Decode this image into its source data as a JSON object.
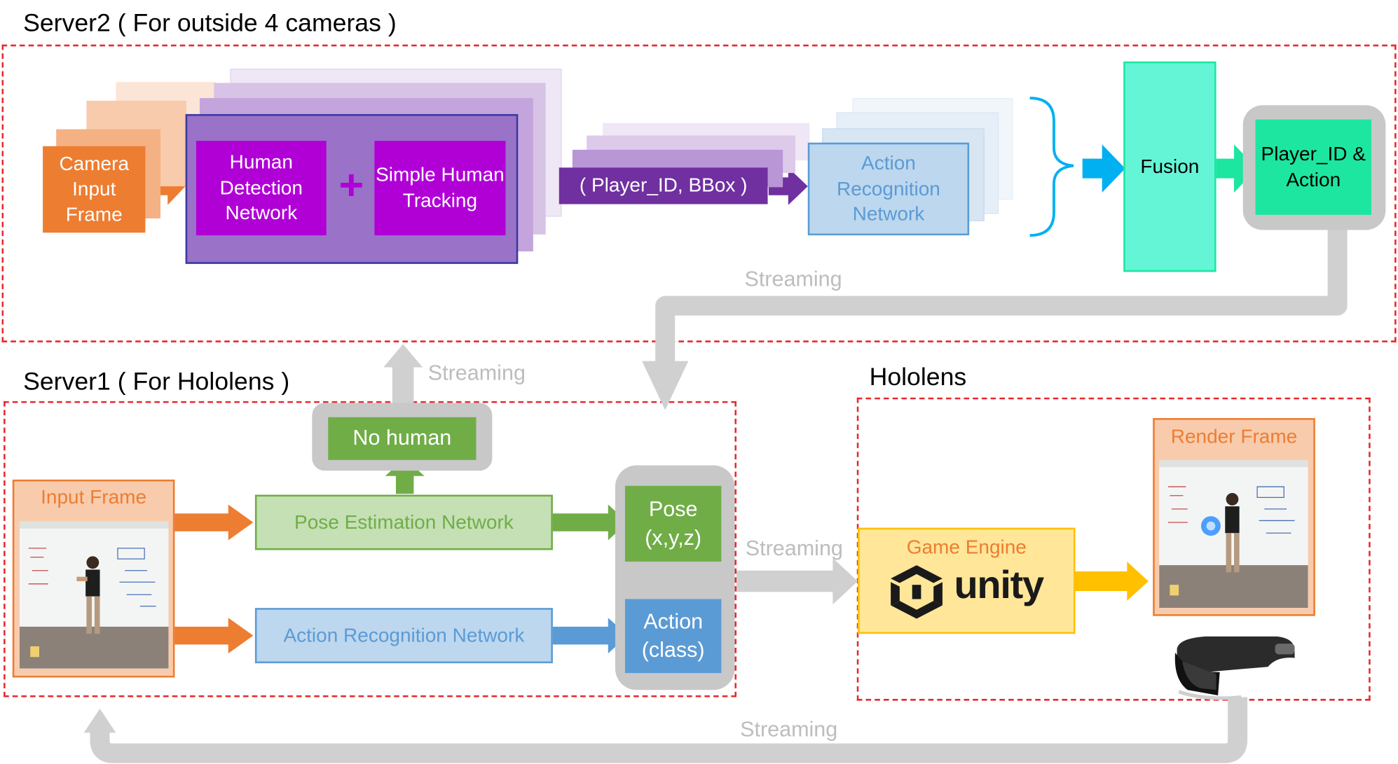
{
  "colors": {
    "dashed_border": "#e8282d",
    "camera_orange": "#ed7d31",
    "purple": "#7030a0",
    "magenta": "#b000d6",
    "action_blue_light": "#bdd7ee",
    "action_blue": "#5b9bd5",
    "fusion_teal": "#64f5d6",
    "output_green": "#1de6a0",
    "pose_green_light": "#c5e0b4",
    "pose_green": "#70ad47",
    "unity_yellow": "#ffe699",
    "arrow_gray": "#d0d0d0",
    "brace_blue": "#00b0f0"
  },
  "server2": {
    "title": "Server2 ( For outside 4 cameras )",
    "camera_input": "Camera Input Frame",
    "human_detection": "Human Detection Network",
    "plus": "+",
    "simple_tracking": "Simple Human Tracking",
    "player_bbox": "( Player_ID, BBox )",
    "action_recognition": "Action Recognition Network",
    "fusion": "Fusion",
    "player_action": "Player_ID & Action"
  },
  "server1": {
    "title": "Server1 ( For Hololens )",
    "input_frame": "Input Frame",
    "no_human": "No human",
    "pose_estimation": "Pose Estimation Network",
    "action_recognition": "Action Recognition Network",
    "pose_output": "Pose (x,y,z)",
    "action_output": "Action (class)"
  },
  "hololens": {
    "title": "Hololens",
    "game_engine": "Game Engine",
    "unity_logo_text": "unity",
    "render_frame": "Render Frame"
  },
  "streaming_labels": {
    "top": "Streaming",
    "up": "Streaming",
    "middle": "Streaming",
    "bottom": "Streaming"
  },
  "icons": [
    "unity-logo-icon",
    "hololens-headset-icon",
    "person-photo-icon"
  ]
}
